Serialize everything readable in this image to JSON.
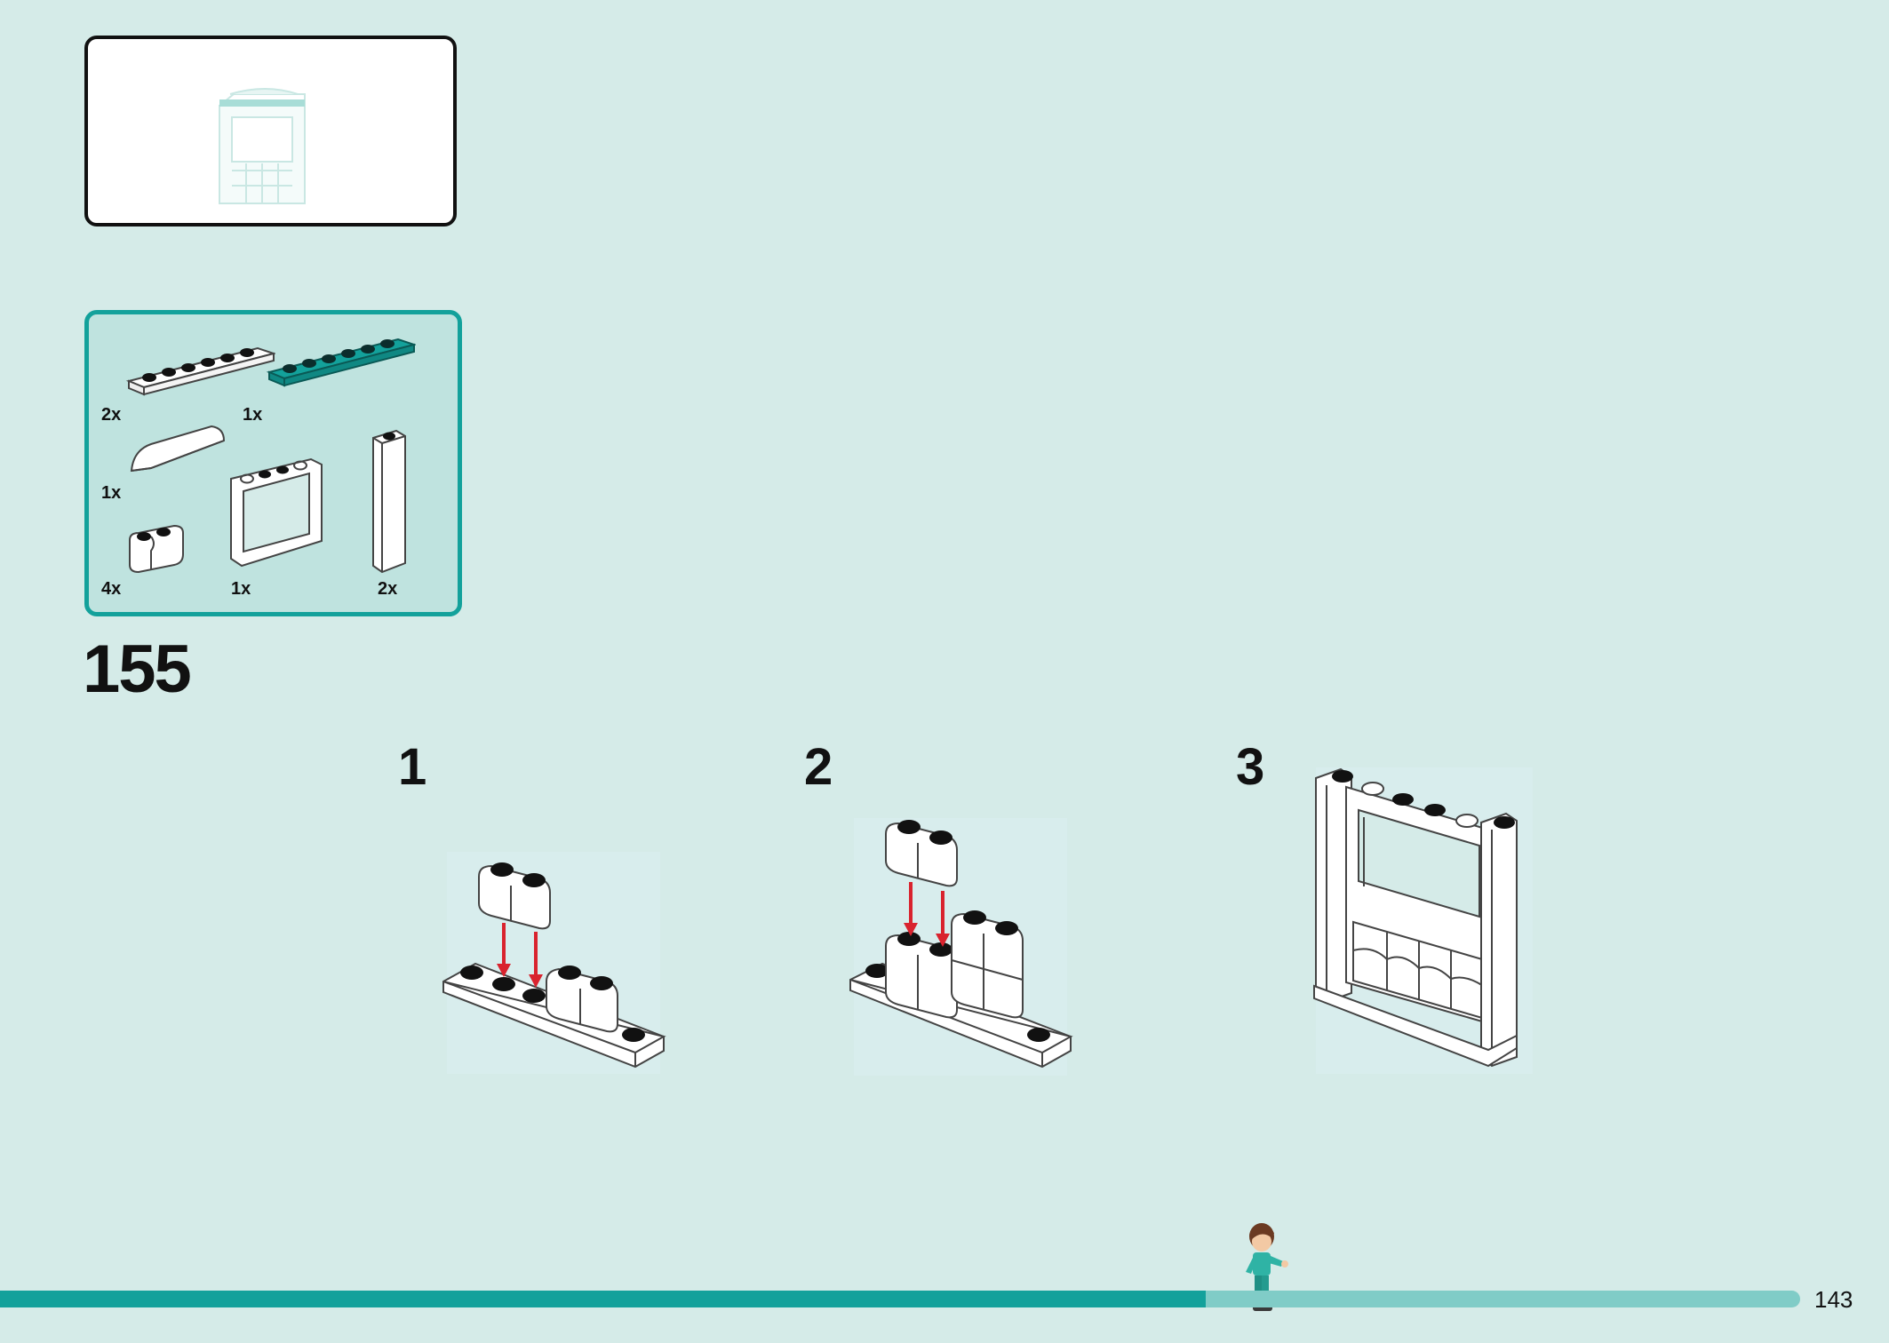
{
  "step": {
    "number": "155"
  },
  "parts_list": [
    {
      "qty": "2x",
      "part": "white 1x6 plate"
    },
    {
      "qty": "1x",
      "part": "teal 1x6 plate"
    },
    {
      "qty": "1x",
      "part": "white curved slope"
    },
    {
      "qty": "1x",
      "part": "white window frame"
    },
    {
      "qty": "2x",
      "part": "white 1x1x6 column"
    },
    {
      "qty": "4x",
      "part": "white 1x2 brick"
    }
  ],
  "sub_steps": [
    {
      "label": "1"
    },
    {
      "label": "2"
    },
    {
      "label": "3"
    }
  ],
  "footer": {
    "page_number": "143",
    "progress": 0.67
  },
  "colors": {
    "background": "#d5ebe8",
    "accent_teal": "#13a19b",
    "progress_track": "#80ccc7",
    "arrow_red": "#d9232e"
  }
}
